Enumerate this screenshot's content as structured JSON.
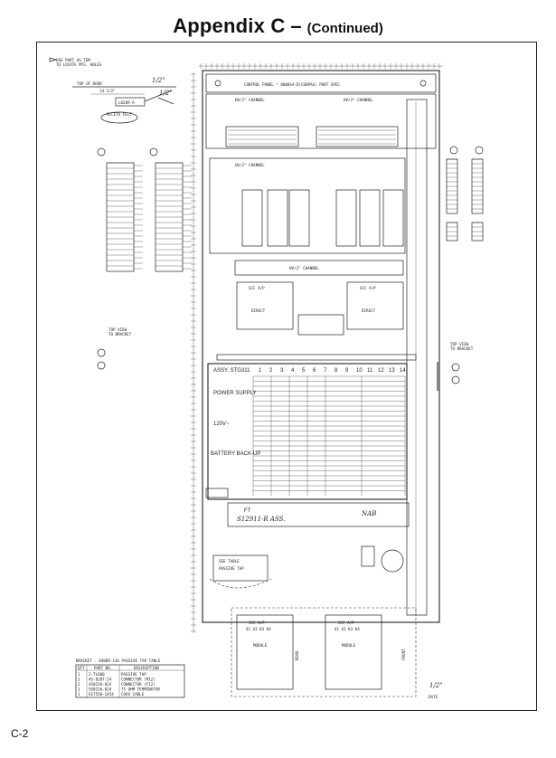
{
  "page": {
    "title": "Appendix C",
    "separator": "–",
    "subtitle": "(Continued)",
    "page_number": "C-2"
  },
  "drawing": {
    "top_note_1": "USE PART AS TEM",
    "top_note_2": "TO LOCATE MTG. HOLES",
    "top_of_door": "TOP OF DOOR",
    "dim_1": "14 1/2\"",
    "dim_2": "1/2\"",
    "dim_3": "1/2\"",
    "acceto_label": "ACCETO FELT",
    "control_panel": "CONTROL PANEL * 8008SA-D(CO8PAS) PART SPEC",
    "hv_channel": "HV/2\" CHANNEL",
    "top_view_left": "TOP VIEW",
    "top_view_left_2": "TO BRACKET",
    "top_view_right": "TOP VIEW",
    "top_view_right_2": "TO BRACKET",
    "assy_label": "ASSY. STG311",
    "power_supply": "POWER SUPPLY",
    "battery_backup": "BATTERY BACK-UP",
    "ac_label": "120V~",
    "see_table": "SEE TABLE",
    "passive_tap": "PASSIVE TAP",
    "ft_label": "FT",
    "nab": "NAB",
    "ref_label": "S12911-R ASS.",
    "front": "FRONT",
    "rear": "REAR",
    "dim_bottom": "1/2\"",
    "dim_bottom_2": "DATE",
    "bracket_title": "BRACKET - 84009-136 PASSIVE TAP TABLE",
    "bracket_headers": [
      "QTY",
      "PART NO.",
      "DESCRIPTION"
    ],
    "bracket_rows": [
      [
        "1",
        "2-TL600",
        "PASSIVE TAP"
      ],
      [
        "1",
        "4S-0287-24",
        "CONNECTOR (M12)"
      ],
      [
        "2",
        "4S0226-024",
        "CONNECTOR (F12)"
      ],
      [
        "1",
        "SS0226-024",
        "75 OHM TERMINATOR"
      ],
      [
        "1",
        "A17550-1454",
        "COAX CABLE"
      ]
    ],
    "col_numbers": [
      "1",
      "2",
      "3",
      "4",
      "5",
      "6",
      "7",
      "8",
      "9",
      "10",
      "11",
      "12",
      "13",
      "14"
    ],
    "scc_kva": "SCC A/P",
    "direct": "DIRECT",
    "module": "MODULE",
    "hz": "41 A3 K3 K4"
  }
}
